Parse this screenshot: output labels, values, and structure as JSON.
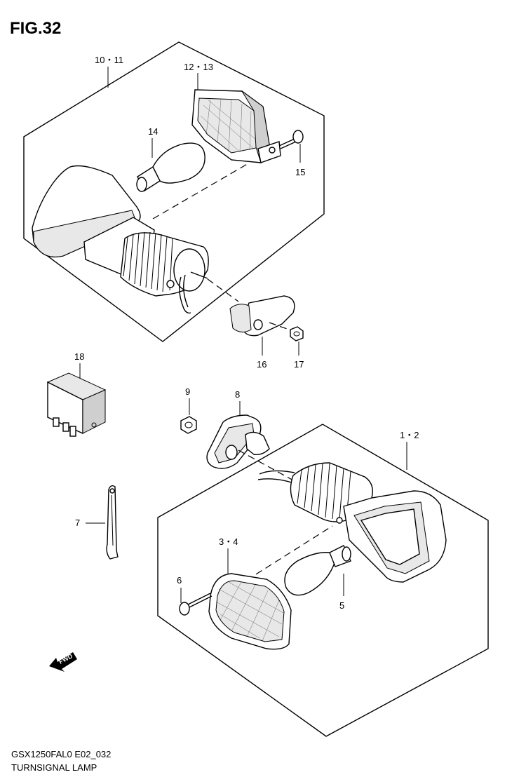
{
  "figure_label": "FIG.32",
  "part_labels": {
    "p10_11": "10・11",
    "p12_13": "12・13",
    "p14": "14",
    "p15": "15",
    "p16": "16",
    "p17": "17",
    "p18": "18",
    "p9": "9",
    "p8": "8",
    "p1_2": "1・2",
    "p7": "7",
    "p3_4": "3・4",
    "p6": "6",
    "p5": "5"
  },
  "direction_badge": "FWD",
  "footer": {
    "model_code": "GSX1250FAL0 E02_032",
    "caption": "TURNSIGNAL LAMP"
  }
}
